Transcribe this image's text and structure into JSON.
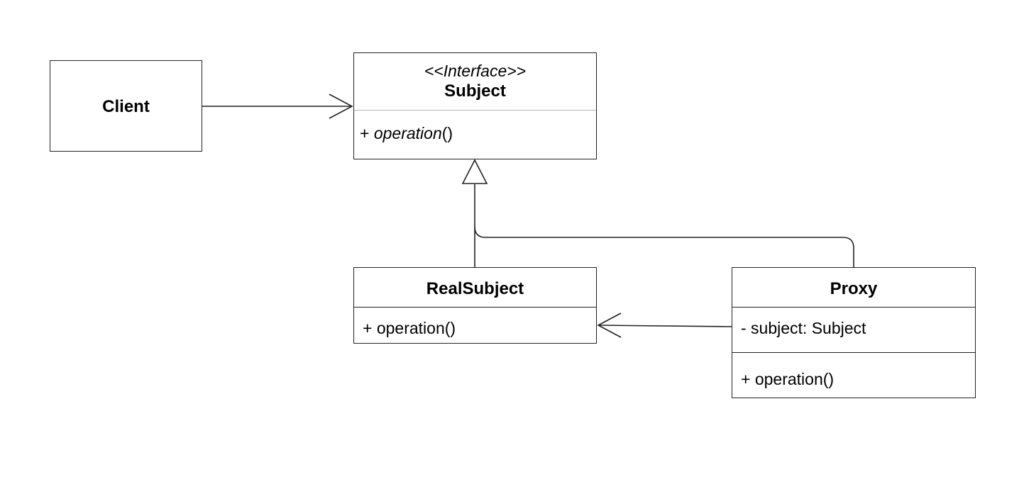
{
  "client": {
    "name": "Client"
  },
  "subject": {
    "stereotype": "<<Interface>>",
    "name": "Subject",
    "operation_prefix": "+ ",
    "operation_name": "operation",
    "operation_suffix": "()"
  },
  "real_subject": {
    "name": "RealSubject",
    "operation": "+ operation()"
  },
  "proxy": {
    "name": "Proxy",
    "attribute": "- subject: Subject",
    "operation": "+ operation()"
  },
  "colors": {
    "line": "#222222",
    "divider_light": "#b5b5b5",
    "background": "#ffffff"
  }
}
